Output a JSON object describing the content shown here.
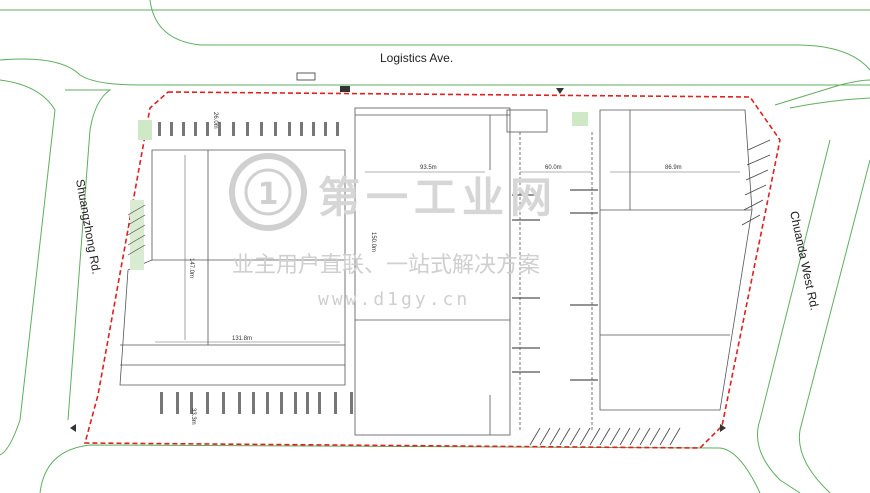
{
  "roads": {
    "north": "Logistics Ave.",
    "west": "Shuangzhong Rd.",
    "east": "Chuanda West Rd."
  },
  "dimensions": {
    "w1_width": "131.8m",
    "w1_height": "147.0m",
    "w1_top_gap": "26.0m",
    "w1_bottom_gap": "33.3m",
    "w2_width": "93.5m",
    "w2_height": "150.0m",
    "mid_gap": "60.0m",
    "w3_width": "86.9m"
  },
  "watermark": {
    "title": "第一工业网",
    "subtitle": "业主用户直联、一站式解决方案",
    "url": "www.d1gy.cn",
    "logo_glyph": "1"
  },
  "colors": {
    "boundary": "#e02020",
    "road": "#5fae5f",
    "lines": "#555555",
    "watermark": "#d0d0d0"
  }
}
